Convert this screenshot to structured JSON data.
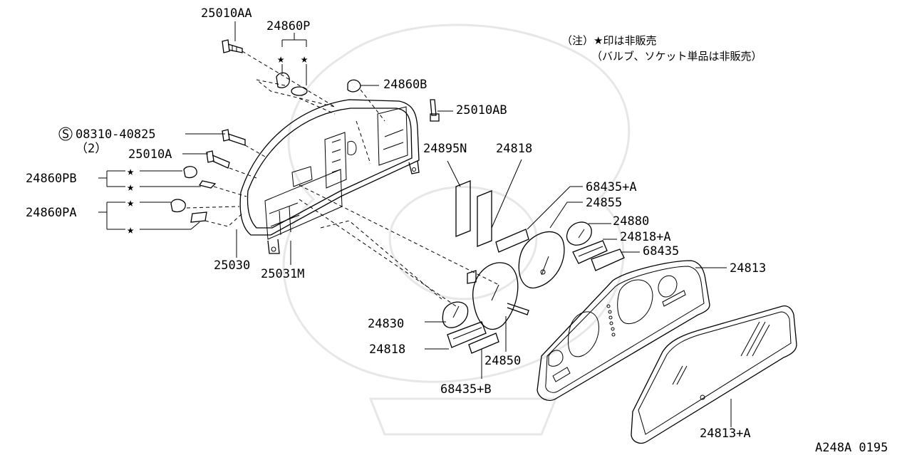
{
  "diagram_code": "A248A 0195",
  "note": {
    "line1": "（注）★印は非販売",
    "line2": "（バルブ、ソケット単品は非販売）"
  },
  "parts": [
    {
      "id": "p1",
      "label": "25010AA"
    },
    {
      "id": "p2",
      "label": "24860P"
    },
    {
      "id": "p3",
      "label": "24860B"
    },
    {
      "id": "p4",
      "label": "25010AB"
    },
    {
      "id": "p5",
      "label": "08310-40825"
    },
    {
      "id": "p5q",
      "label": "（2）"
    },
    {
      "id": "p6",
      "label": "25010A"
    },
    {
      "id": "p7",
      "label": "24860PB"
    },
    {
      "id": "p8",
      "label": "24860PA"
    },
    {
      "id": "p9",
      "label": "25030"
    },
    {
      "id": "p10",
      "label": "25031M"
    },
    {
      "id": "p11",
      "label": "24895N"
    },
    {
      "id": "p12",
      "label": "24818"
    },
    {
      "id": "p13",
      "label": "68435+A"
    },
    {
      "id": "p14",
      "label": "24855"
    },
    {
      "id": "p15",
      "label": "24880"
    },
    {
      "id": "p16",
      "label": "24818+A"
    },
    {
      "id": "p17",
      "label": "68435"
    },
    {
      "id": "p18",
      "label": "24813"
    },
    {
      "id": "p19",
      "label": "24830"
    },
    {
      "id": "p20",
      "label": "24818"
    },
    {
      "id": "p21",
      "label": "24850"
    },
    {
      "id": "p22",
      "label": "68435+B"
    },
    {
      "id": "p23",
      "label": "24813+A"
    }
  ],
  "symbols": {
    "star": "★",
    "s_circle": "S"
  }
}
